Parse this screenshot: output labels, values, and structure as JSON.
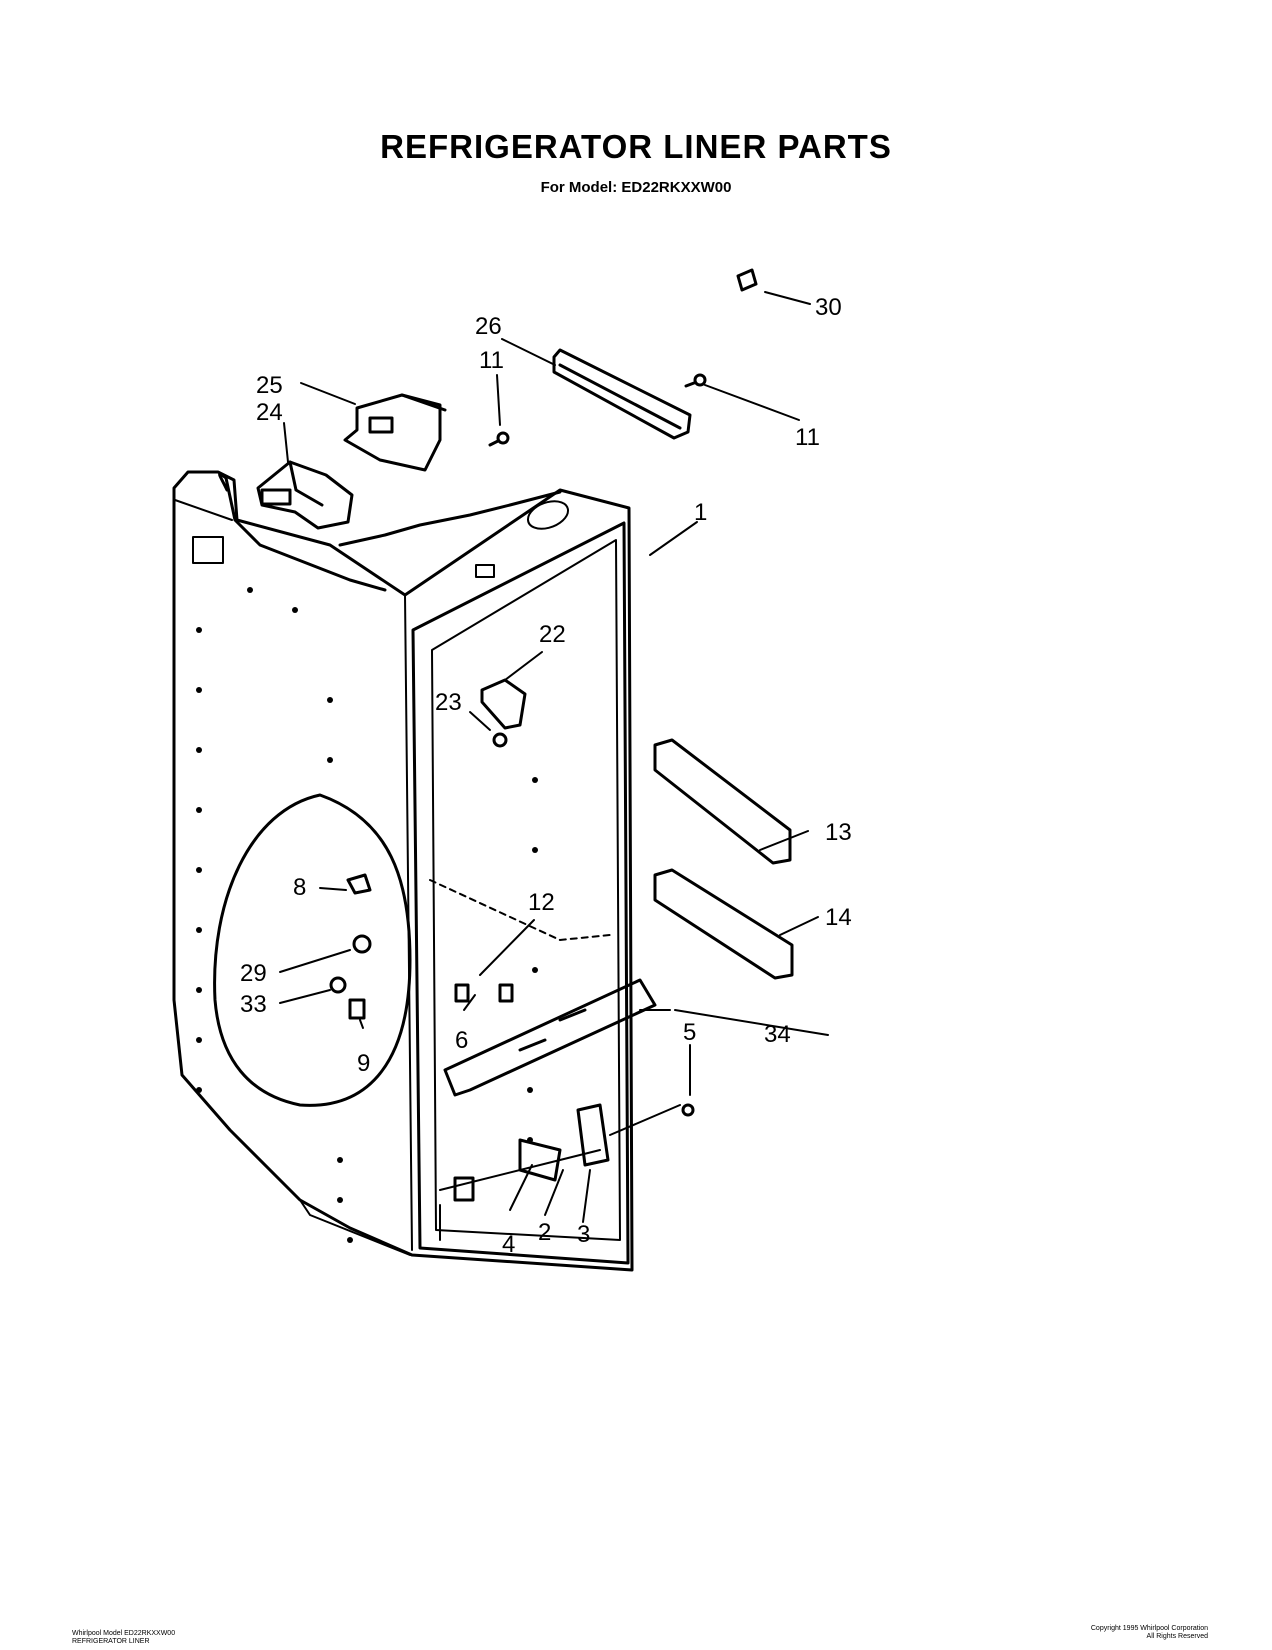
{
  "title": "REFRIGERATOR LINER PARTS",
  "subtitle": "For Model: ED22RKXXW00",
  "callouts": {
    "c1": "1",
    "c2": "2",
    "c3": "3",
    "c4": "4",
    "c5": "5",
    "c6": "6",
    "c8": "8",
    "c9": "9",
    "c11a": "11",
    "c11b": "11",
    "c12": "12",
    "c13": "13",
    "c14": "14",
    "c22": "22",
    "c23": "23",
    "c24": "24",
    "c25": "25",
    "c26": "26",
    "c29": "29",
    "c30": "30",
    "c33": "33",
    "c34": "34"
  },
  "footer": {
    "left_line1": "Whirlpool Model ED22RKXXW00",
    "left_line2": "REFRIGERATOR LINER",
    "right_line1": "Copyright 1995 Whirlpool Corporation",
    "right_line2": "All Rights Reserved"
  }
}
